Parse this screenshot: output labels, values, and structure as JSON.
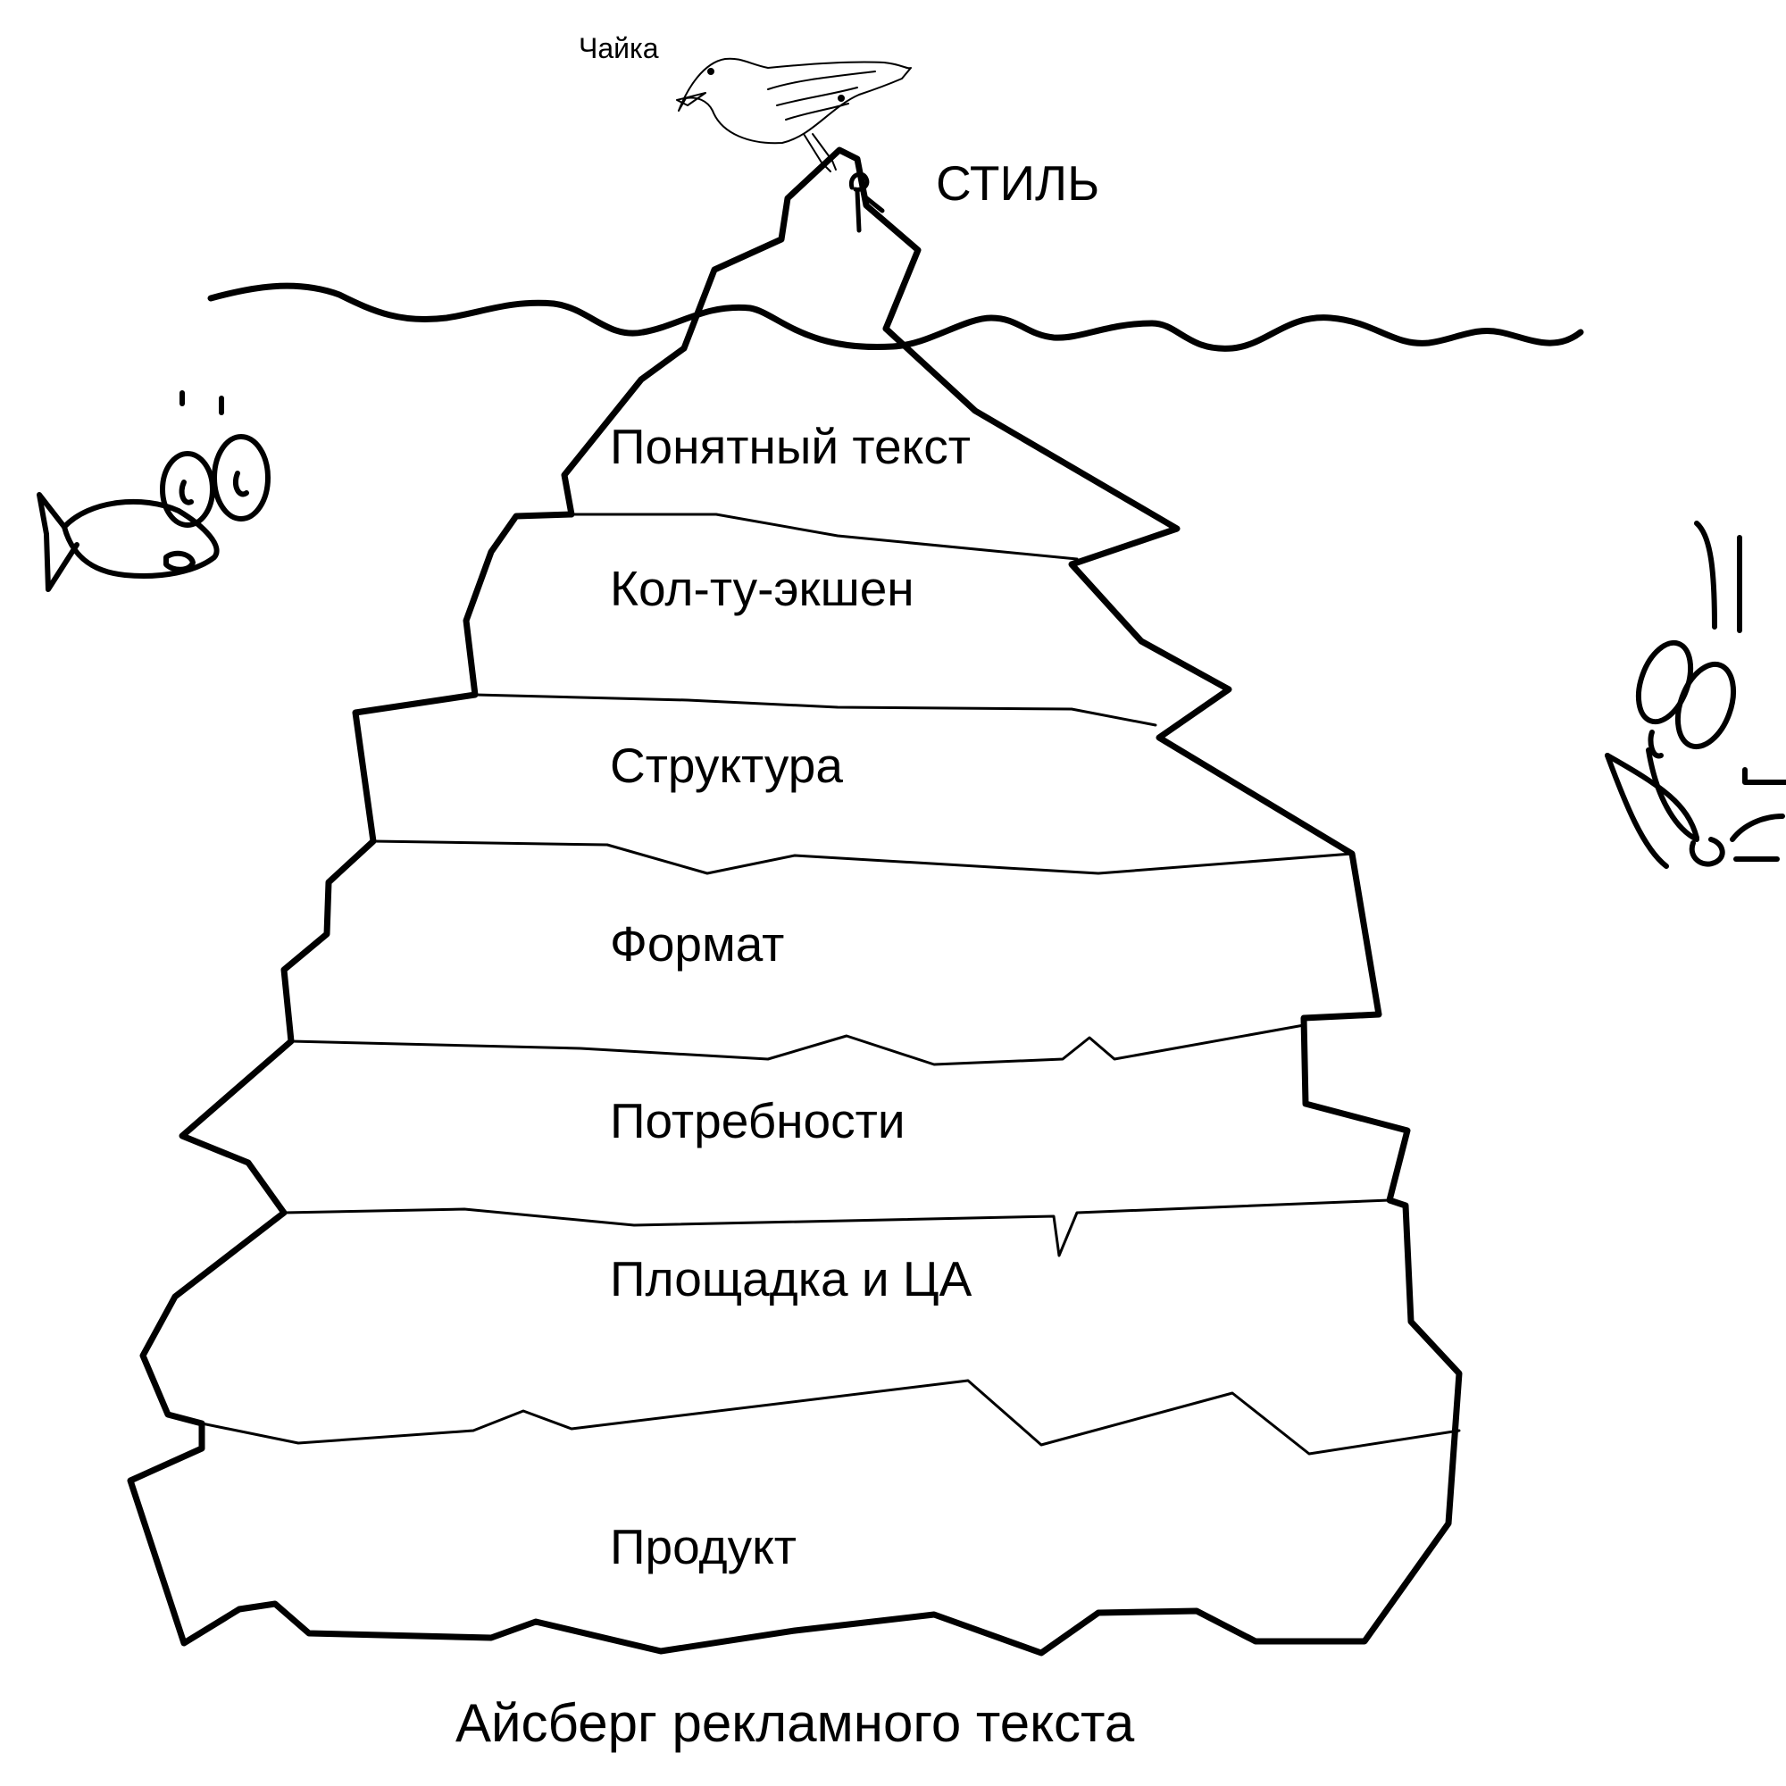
{
  "diagram": {
    "seagull_caption": "Чайка",
    "top_label": "СТИЛЬ",
    "layers": [
      "Понятный текст",
      "Кол-ту-экшен",
      "Структура",
      "Формат",
      "Потребности",
      "Площадка и ЦА",
      "Продукт"
    ],
    "caption": "Айсберг рекламного текста"
  },
  "colors": {
    "ink": "#000000",
    "background": "#ffffff"
  }
}
